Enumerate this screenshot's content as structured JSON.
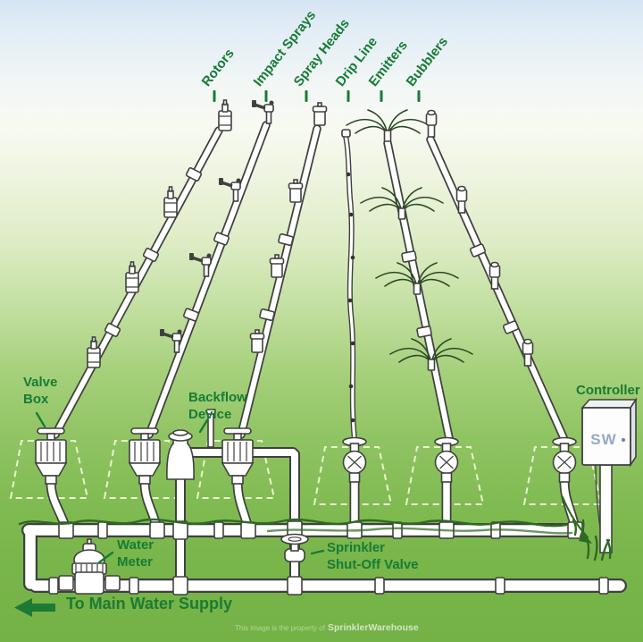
{
  "top_labels": [
    {
      "label": "Rotors"
    },
    {
      "label": "Impact Sprays"
    },
    {
      "label": "Spray Heads"
    },
    {
      "label": "Drip Line"
    },
    {
      "label": "Emitters"
    },
    {
      "label": "Bubblers"
    }
  ],
  "callouts": {
    "valve_box": "Valve\nBox",
    "backflow_device": "Backflow\nDevice",
    "controller": "Controller",
    "water_meter": "Water\nMeter",
    "shut_off_valve": "Sprinkler\nShut-Off Valve",
    "main_water_supply": "To Main Water Supply"
  },
  "controller": {
    "logo_text": "SW"
  },
  "watermark": {
    "prefix": "This image is the property of",
    "brand": "SprinklerWarehouse"
  },
  "colors": {
    "label_green": "#177c35",
    "arrow_green": "#1d7a33",
    "wire_green": "#2f6a22",
    "line_art": "#404040",
    "valve_box_dash": "#f1f6d6",
    "logo_blue": "#93a9c4",
    "sky_blue": "#d6e5f3",
    "grass_green": "#74b247"
  }
}
